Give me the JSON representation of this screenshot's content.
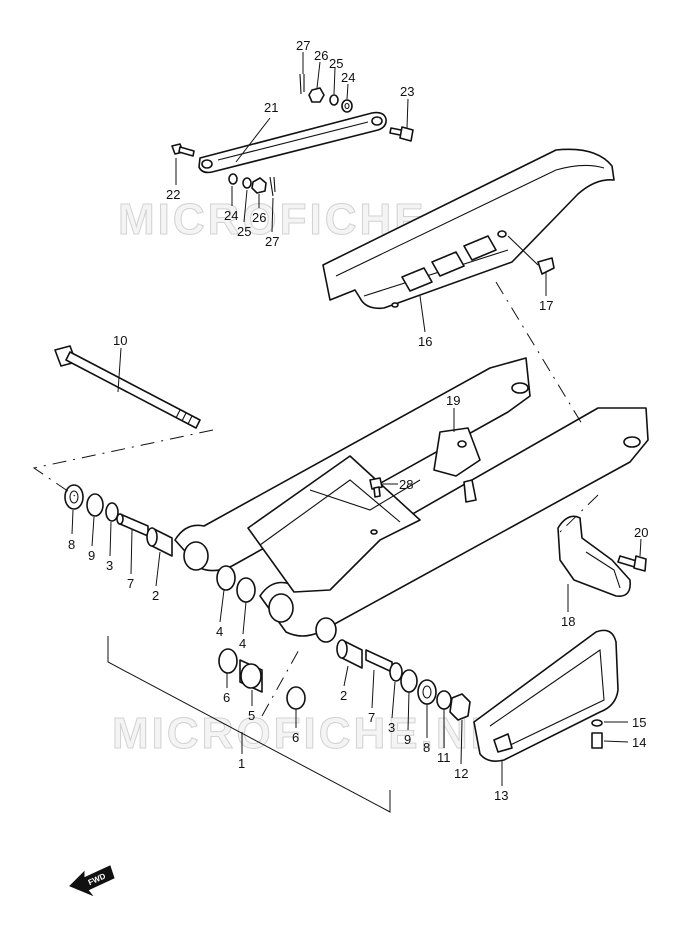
{
  "watermark": "MICROFICHE.NET",
  "fwd_label": "FWD",
  "callouts": [
    {
      "id": "c27a",
      "text": "27"
    },
    {
      "id": "c26a",
      "text": "26"
    },
    {
      "id": "c25a",
      "text": "25"
    },
    {
      "id": "c24a",
      "text": "24"
    },
    {
      "id": "c21",
      "text": "21"
    },
    {
      "id": "c23",
      "text": "23"
    },
    {
      "id": "c22",
      "text": "22"
    },
    {
      "id": "c24b",
      "text": "24"
    },
    {
      "id": "c25b",
      "text": "25"
    },
    {
      "id": "c26b",
      "text": "26"
    },
    {
      "id": "c27b",
      "text": "27"
    },
    {
      "id": "c17",
      "text": "17"
    },
    {
      "id": "c16",
      "text": "16"
    },
    {
      "id": "c10",
      "text": "10"
    },
    {
      "id": "c19",
      "text": "19"
    },
    {
      "id": "c28",
      "text": "28"
    },
    {
      "id": "c20",
      "text": "20"
    },
    {
      "id": "c18",
      "text": "18"
    },
    {
      "id": "c8a",
      "text": "8"
    },
    {
      "id": "c9a",
      "text": "9"
    },
    {
      "id": "c3a",
      "text": "3"
    },
    {
      "id": "c7a",
      "text": "7"
    },
    {
      "id": "c2a",
      "text": "2"
    },
    {
      "id": "c4a",
      "text": "4"
    },
    {
      "id": "c4b",
      "text": "4"
    },
    {
      "id": "c6a",
      "text": "6"
    },
    {
      "id": "c5",
      "text": "5"
    },
    {
      "id": "c6b",
      "text": "6"
    },
    {
      "id": "c2b",
      "text": "2"
    },
    {
      "id": "c7b",
      "text": "7"
    },
    {
      "id": "c3b",
      "text": "3"
    },
    {
      "id": "c9b",
      "text": "9"
    },
    {
      "id": "c8b",
      "text": "8"
    },
    {
      "id": "c11",
      "text": "11"
    },
    {
      "id": "c12",
      "text": "12"
    },
    {
      "id": "c15",
      "text": "15"
    },
    {
      "id": "c14",
      "text": "14"
    },
    {
      "id": "c13",
      "text": "13"
    },
    {
      "id": "c1",
      "text": "1"
    }
  ]
}
